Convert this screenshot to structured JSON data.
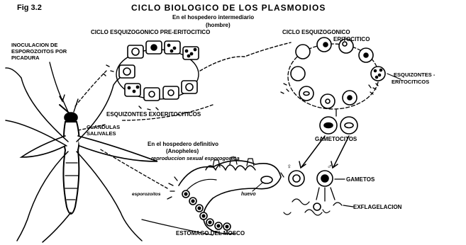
{
  "figure_number": "Fig 3.2",
  "title": "CICLO BIOLOGICO DE LOS PLASMODIOS",
  "subtitle_1": "En el hospedero intermediario",
  "subtitle_2": "(hombre)",
  "labels": {
    "pre_erythrocytic_cycle": "CICLO ESQUIZOGONICO PRE-ERITOCITICO",
    "erythrocytic_cycle_line1": "CICLO ESQUIZOGONICO",
    "erythrocytic_cycle_line2": "ERITOCITICO",
    "inoculation_line1": "INOCULACION DE",
    "inoculation_line2": "ESPOROZOITOS POR",
    "inoculation_line3": "PICADURA",
    "exo_schizonts": "ESQUIZONTES EXOERITOCITICOS",
    "salivary_line1": "GLANDULAS",
    "salivary_line2": "SALIVALES",
    "erythro_schizonts_line1": "ESQUIZONTES -",
    "erythro_schizonts_line2": "ERITOCITICOS",
    "gametocytes": "GAMETOCITOS",
    "definitive_host_line1": "En el hospedero definitivo",
    "definitive_host_line2": "(Anopheles)",
    "definitive_host_line3": "reproduccion sexual esporogonica",
    "female_symbol": "♀",
    "male_symbol": "♂",
    "gametes": "GAMETOS",
    "egg": "huevo",
    "sporozoites": "esporozoitos",
    "exflagellation": "EXFLAGELACION",
    "mosquito_stomach": "ESTOMAGO DEL MOSCO"
  }
}
